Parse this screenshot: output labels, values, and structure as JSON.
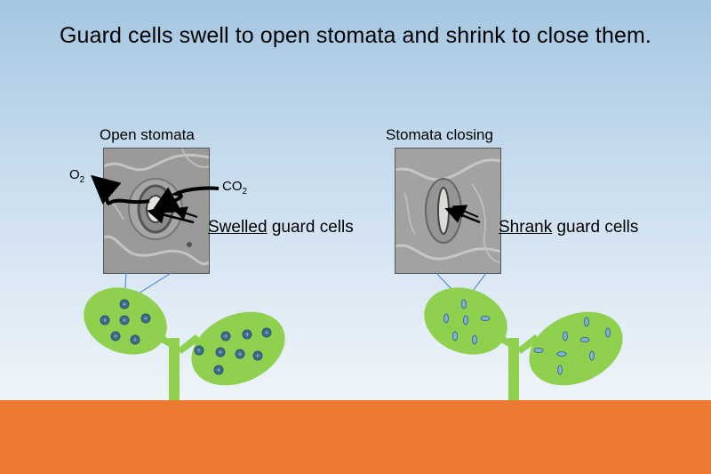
{
  "title": "Guard cells swell to open stomata and shrink to close them.",
  "left_panel": {
    "caption": "Open stomata",
    "gas_out": {
      "base": "O",
      "sub": "2"
    },
    "gas_in": {
      "base": "CO",
      "sub": "2"
    },
    "label_emph": "Swelled",
    "label_rest": " guard cells"
  },
  "right_panel": {
    "caption": "Stomata closing",
    "label_emph": "Shrank",
    "label_rest": " guard cells"
  },
  "colors": {
    "leaf": "#8fd14f",
    "stoma_open": "#3b6e8f",
    "soil": "#ec7a31",
    "sky_top": "#a4c6e2"
  }
}
